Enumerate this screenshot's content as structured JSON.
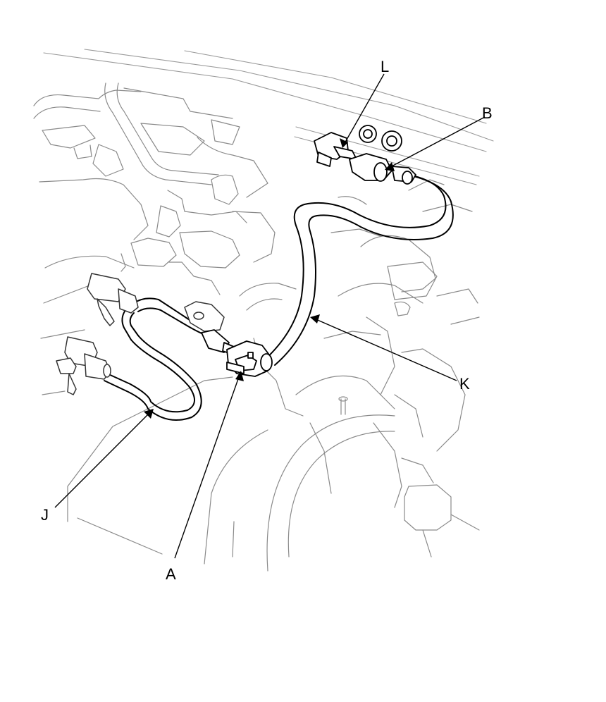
{
  "callouts": {
    "L": "L",
    "B": "B",
    "K": "K",
    "J": "J",
    "A": "A"
  },
  "colors": {
    "background": "#ffffff",
    "ink": "#000000",
    "background_line": "#9a9a9a"
  }
}
